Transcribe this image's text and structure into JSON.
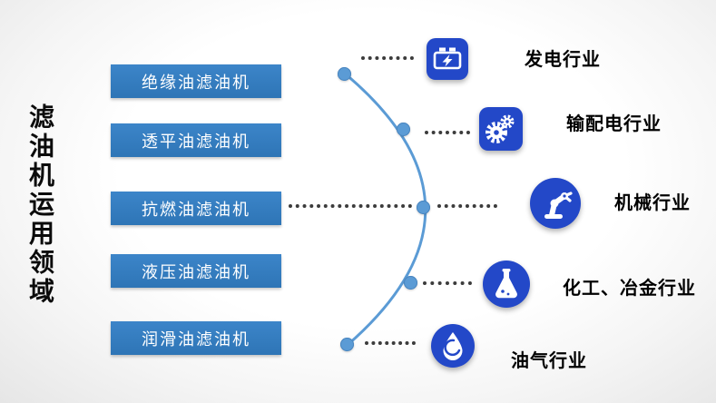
{
  "slide": {
    "vertical_title": "滤油机运用领域"
  },
  "machine_boxes": [
    {
      "label": "绝缘油滤油机"
    },
    {
      "label": "透平油滤油机"
    },
    {
      "label": "抗燃油滤油机"
    },
    {
      "label": "液压油滤油机"
    },
    {
      "label": "润滑油滤油机"
    }
  ],
  "industries": [
    {
      "label": "发电行业",
      "icon": "battery-lightning-icon"
    },
    {
      "label": "输配电行业",
      "icon": "gears-icon"
    },
    {
      "label": "机械行业",
      "icon": "robot-arm-icon"
    },
    {
      "label": "化工、冶金行业",
      "icon": "chemical-flask-icon"
    },
    {
      "label": "油气行业",
      "icon": "oil-drop-icon"
    }
  ],
  "colors": {
    "box_blue": "#2E75B6",
    "icon_blue": "#2348C8",
    "arc_blue": "#5B9BD5",
    "node_blue": "#5B9BD5",
    "label_black": "#000000"
  }
}
